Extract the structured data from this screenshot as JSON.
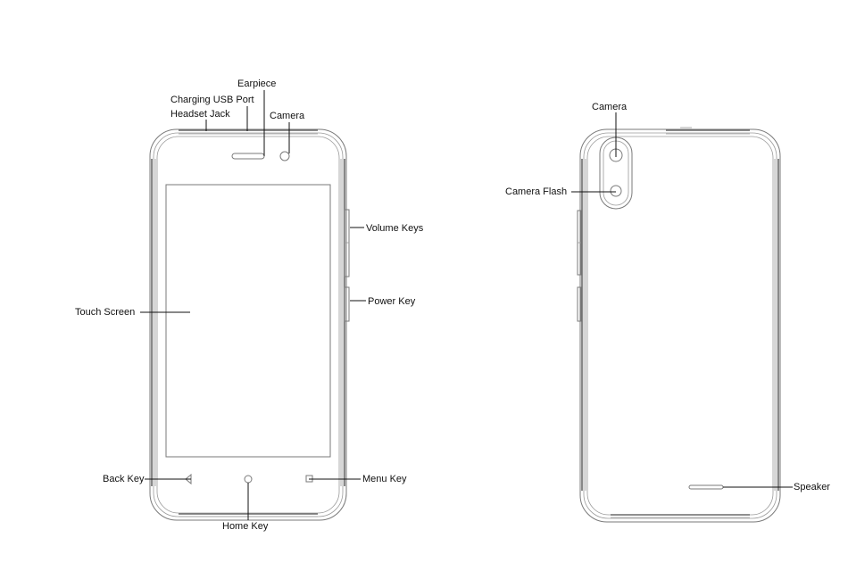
{
  "front_labels": {
    "earpiece": "Earpiece",
    "charging_usb_port": "Charging USB Port",
    "headset_jack": "Headset Jack",
    "front_camera": "Camera",
    "volume_keys": "Volume Keys",
    "power_key": "Power Key",
    "touch_screen": "Touch Screen",
    "back_key": "Back Key",
    "menu_key": "Menu Key",
    "home_key": "Home Key"
  },
  "back_labels": {
    "rear_camera": "Camera",
    "camera_flash": "Camera Flash",
    "speaker": "Speaker"
  }
}
